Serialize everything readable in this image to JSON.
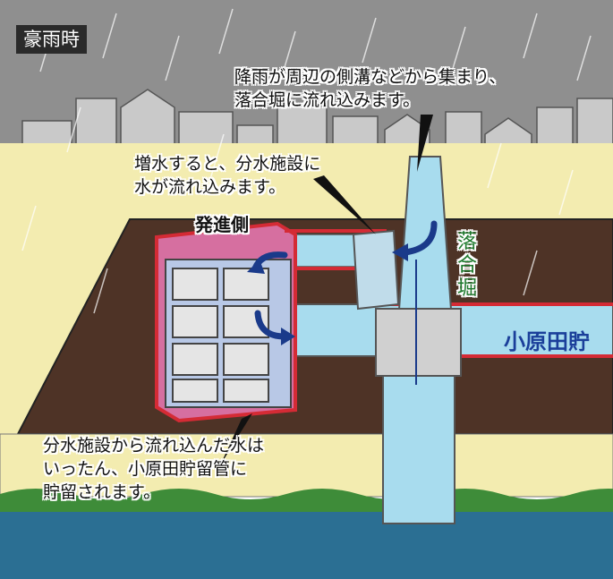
{
  "badge": {
    "label": "豪雨時"
  },
  "callouts": {
    "rain_gather": [
      "降雨が周辺の側溝などから集まり、",
      "落合堀に流れ込みます。"
    ],
    "overflow": [
      "増水すると、分水施設に",
      "水が流れ込みます。"
    ],
    "storage": [
      "分水施設から流れ込んだ水は",
      "いったん、小原田貯留管に",
      "貯留されます。"
    ]
  },
  "labels": {
    "departure_side": "発進側",
    "channel": "落合堀",
    "storage_pipe": "小原田貯"
  },
  "colors": {
    "sky": "#8f8f8f",
    "ground": "#f3ecb0",
    "soil": "#4e3326",
    "water": "#a8dcee",
    "river": "#2b6f93",
    "grass": "#3e8c39",
    "red_outline": "#d42b35",
    "arrow": "#1a3a8a"
  }
}
